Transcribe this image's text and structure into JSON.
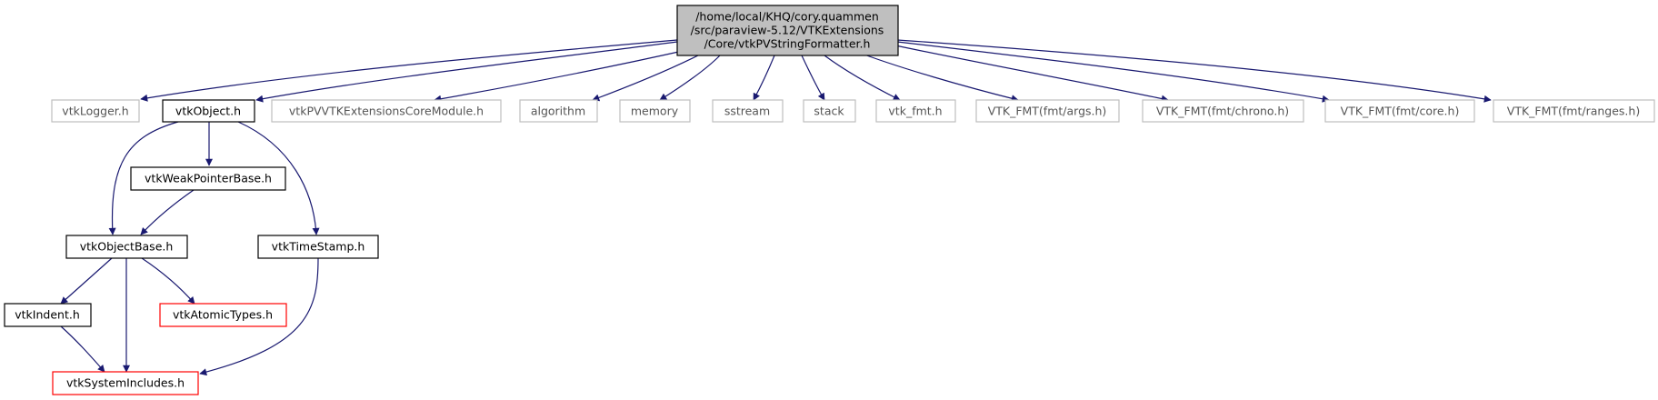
{
  "graph": {
    "root": {
      "line1": "/home/local/KHQ/cory.quammen",
      "line2": "/src/paraview-5.12/VTKExtensions",
      "line3": "/Core/vtkPVStringFormatter.h",
      "fill": "#bfbfbf",
      "border": "#000000"
    },
    "nodes": {
      "vtkLogger": "vtkLogger.h",
      "vtkObject": "vtkObject.h",
      "coreModule": "vtkPVVTKExtensionsCoreModule.h",
      "algorithm": "algorithm",
      "memory": "memory",
      "sstream": "sstream",
      "stack": "stack",
      "vtkFmt": "vtk_fmt.h",
      "fmtArgs": "VTK_FMT(fmt/args.h)",
      "fmtChrono": "VTK_FMT(fmt/chrono.h)",
      "fmtCore": "VTK_FMT(fmt/core.h)",
      "fmtRanges": "VTK_FMT(fmt/ranges.h)",
      "weakPointer": "vtkWeakPointerBase.h",
      "objectBase": "vtkObjectBase.h",
      "timeStamp": "vtkTimeStamp.h",
      "indent": "vtkIndent.h",
      "atomicTypes": "vtkAtomicTypes.h",
      "systemIncludes": "vtkSystemIncludes.h"
    },
    "colors": {
      "edge": "#191970",
      "documented_border": "#000000",
      "external_border": "#bfbfbf",
      "truncated_border": "#ff0000"
    }
  }
}
